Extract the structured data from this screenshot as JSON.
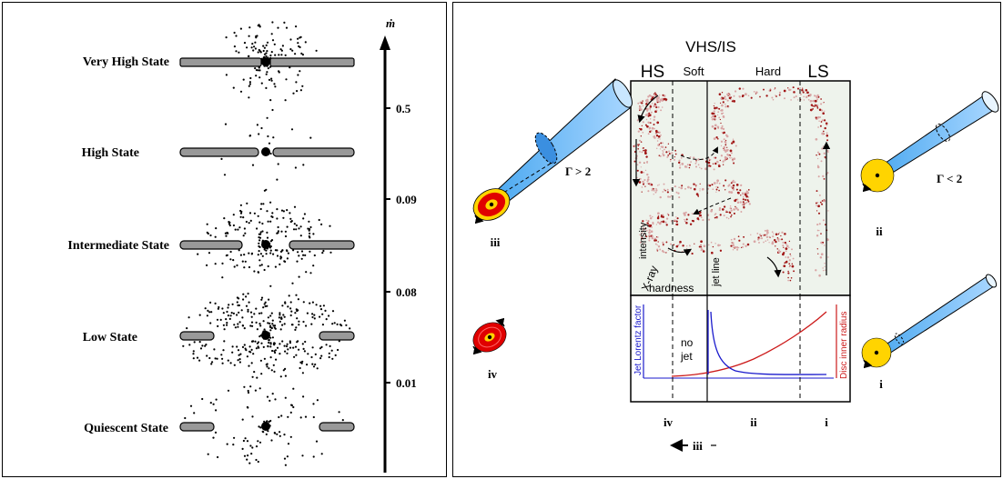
{
  "left_panel": {
    "axis_label": "ṁ",
    "axis_ticks": [
      "0.5",
      "0.09",
      "0.08",
      "0.01"
    ],
    "states": [
      {
        "name": "Very High State"
      },
      {
        "name": "High State"
      },
      {
        "name": "Intermediate State"
      },
      {
        "name": "Low State"
      },
      {
        "name": "Quiescent State"
      }
    ]
  },
  "right_panel": {
    "top_title": "VHS/IS",
    "region_labels": {
      "hs": "HS",
      "soft": "Soft",
      "hard": "Hard",
      "ls": "LS"
    },
    "upper_box": {
      "y_label_1": "X-ray",
      "y_label_2": "intensity",
      "x_label": "hardness",
      "jet_line_label": "jet line"
    },
    "lower_box": {
      "left_axis_label": "Jet Lorentz factor",
      "right_axis_label": "Disc inner radius",
      "no_jet_1": "no",
      "no_jet_2": "jet",
      "colors": {
        "lorentz": "#1a1acc",
        "radius": "#cc1a1a"
      }
    },
    "bottom_labels": {
      "iv": "iv",
      "ii": "ii",
      "i": "i",
      "iii": "iii"
    },
    "side_labels": {
      "iii": "iii",
      "iv": "iv",
      "ii": "ii",
      "i": "i",
      "gamma_gt": "Γ > 2",
      "gamma_lt": "Γ < 2"
    }
  }
}
